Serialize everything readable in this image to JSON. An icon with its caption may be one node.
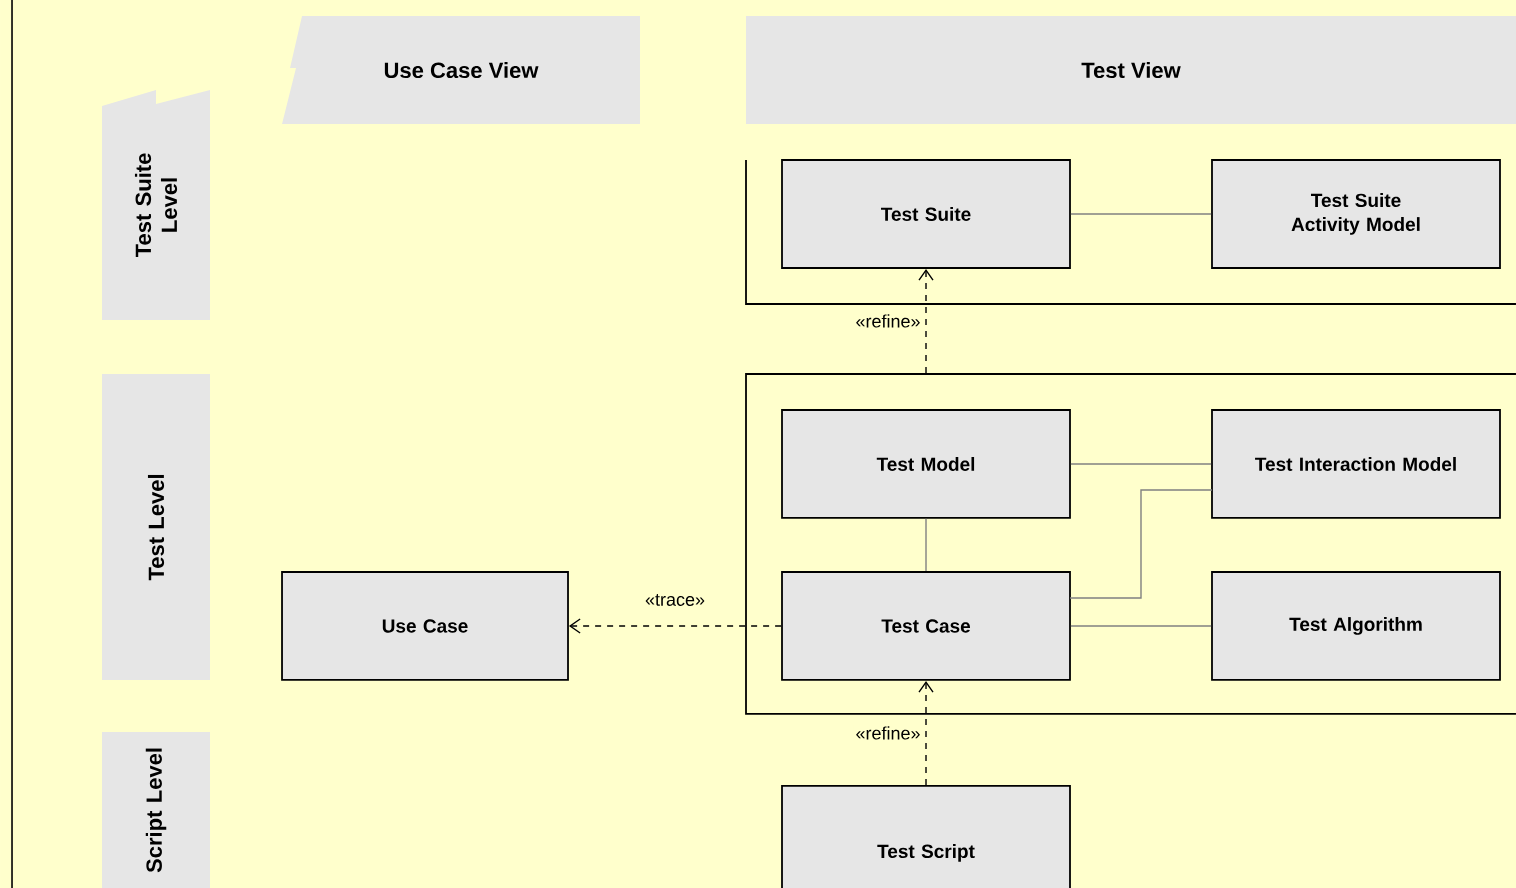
{
  "diagram": {
    "nodes": [
      {
        "text": [
          "Use Case View"
        ]
      },
      {
        "text": [
          "Test View"
        ]
      },
      {
        "text": [
          "Test Suite Level"
        ]
      },
      {
        "text": [],
        "shape": "box"
      },
      {
        "text": [
          "Test Suite"
        ],
        "in": 3
      },
      {
        "text": [
          "Test Suite Activity Model"
        ],
        "in": 3
      },
      {
        "text": [
          "Test Level"
        ]
      },
      {
        "text": [],
        "shape": "box"
      },
      {
        "text": [
          "Test Model"
        ],
        "in": 7
      },
      {
        "text": [
          "Test Interaction Model"
        ],
        "in": 7
      },
      {
        "text": [
          "Use Case"
        ]
      },
      {
        "text": [
          "Test Case"
        ],
        "in": 7
      },
      {
        "text": [
          "Test Algorithm"
        ],
        "in": 7
      },
      {
        "text": [
          "Script Level"
        ]
      },
      {
        "text": [
          "Test Script"
        ]
      }
    ],
    "edges": [
      {
        "from": 4,
        "to": 5,
        "arrow": "none"
      },
      {
        "from": 7,
        "to": 4,
        "arrow": "to",
        "label": "«refine»",
        "style": "dashed",
        "color": "#000000"
      },
      {
        "from": 8,
        "to": 9,
        "arrow": "none"
      },
      {
        "from": 11,
        "to": 9,
        "arrow": "none"
      },
      {
        "from": 8,
        "to": 11,
        "arrow": "none"
      },
      {
        "from": 11,
        "to": 10,
        "arrow": "to",
        "label": "«trace»",
        "style": "dashed",
        "color": "#000000"
      },
      {
        "from": 11,
        "to": 12,
        "arrow": "none"
      },
      {
        "from": 14,
        "to": 11,
        "arrow": "to",
        "label": "«refine»",
        "style": "dashed",
        "color": "#000000"
      }
    ]
  }
}
